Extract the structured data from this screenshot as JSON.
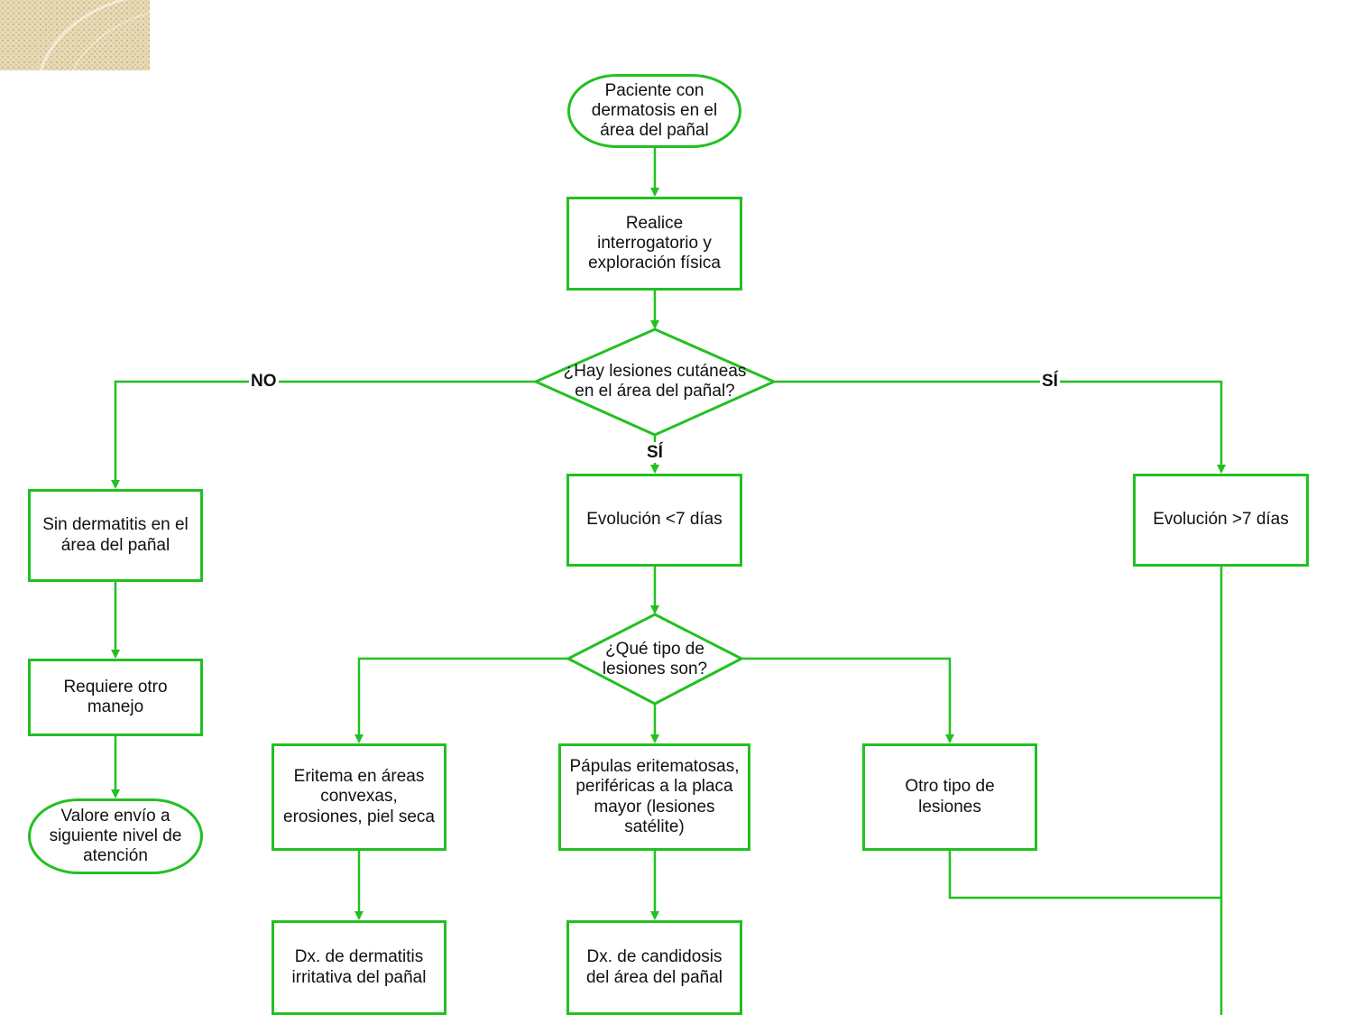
{
  "nodes": {
    "start": "Paciente con dermatosis en el área del pañal",
    "interrogatorio": "Realice interrogatorio y exploración física",
    "decision_lesiones": "¿Hay lesiones cutáneas en el área del pañal?",
    "sin_dermatitis": "Sin dermatitis en el área del pañal",
    "evolucion_menor": "Evolución <7 días",
    "evolucion_mayor": "Evolución >7 días",
    "requiere_manejo": "Requiere otro manejo",
    "valore_envio": "Valore envío a siguiente nivel de atención",
    "decision_tipo": "¿Qué tipo de lesiones son?",
    "eritema": "Eritema en áreas convexas, erosiones, piel seca",
    "papulas": "Pápulas eritematosas, periféricas a la placa mayor (lesiones satélite)",
    "otro_tipo": "Otro tipo de lesiones",
    "dx_irritativa": "Dx. de dermatitis irritativa del pañal",
    "dx_candidosis": "Dx. de candidosis del área del pañal"
  },
  "edge_labels": {
    "no": "NO",
    "si_center": "SÍ",
    "si_right": "SÍ"
  },
  "colors": {
    "line": "#22c022",
    "text": "#111111"
  }
}
